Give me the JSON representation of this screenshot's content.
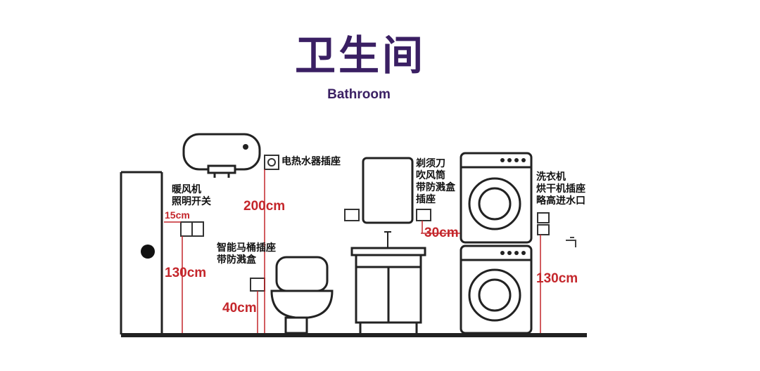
{
  "title": "卫生间",
  "subtitle": "Bathroom",
  "colors": {
    "title": "#3a1f63",
    "measurement": "#c4262b",
    "outline": "#222222"
  },
  "labels": {
    "heater_light_switch": [
      "暖风机",
      "照明开关"
    ],
    "water_heater_socket": "电热水器插座",
    "smart_toilet_socket": [
      "智能马桶插座",
      "带防溅盒"
    ],
    "shaver_hairdryer_socket": [
      "剃须刀",
      "吹风筒",
      "带防溅盒",
      "插座"
    ],
    "washer_dryer_socket": [
      "洗衣机",
      "烘干机插座",
      "略高进水口"
    ]
  },
  "measurements": {
    "switch_offset": "15cm",
    "switch_height": "130cm",
    "water_heater_height": "200cm",
    "toilet_socket_height": "40cm",
    "mirror_socket_offset": "30cm",
    "washer_socket_height": "130cm"
  },
  "icons": [
    "water-heater-icon",
    "socket-icon",
    "switch-icon",
    "toilet-icon",
    "mirror-icon",
    "vanity-icon",
    "washer-icon",
    "faucet-icon",
    "door-icon"
  ]
}
